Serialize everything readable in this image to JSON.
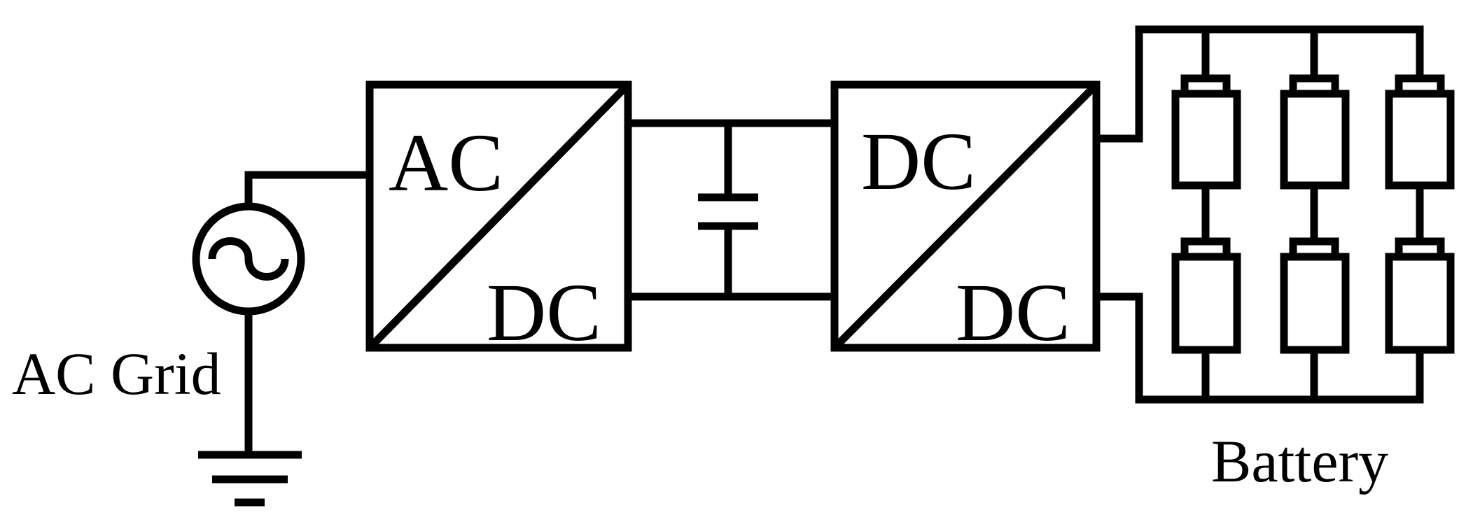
{
  "grid": {
    "label": "AC Grid"
  },
  "rectifier": {
    "input_label": "AC",
    "output_label": "DC"
  },
  "dcdc_converter": {
    "input_label": "DC",
    "output_label": "DC"
  },
  "battery": {
    "label": "Battery"
  },
  "colors": {
    "stroke": "#000000",
    "background": "#ffffff"
  }
}
